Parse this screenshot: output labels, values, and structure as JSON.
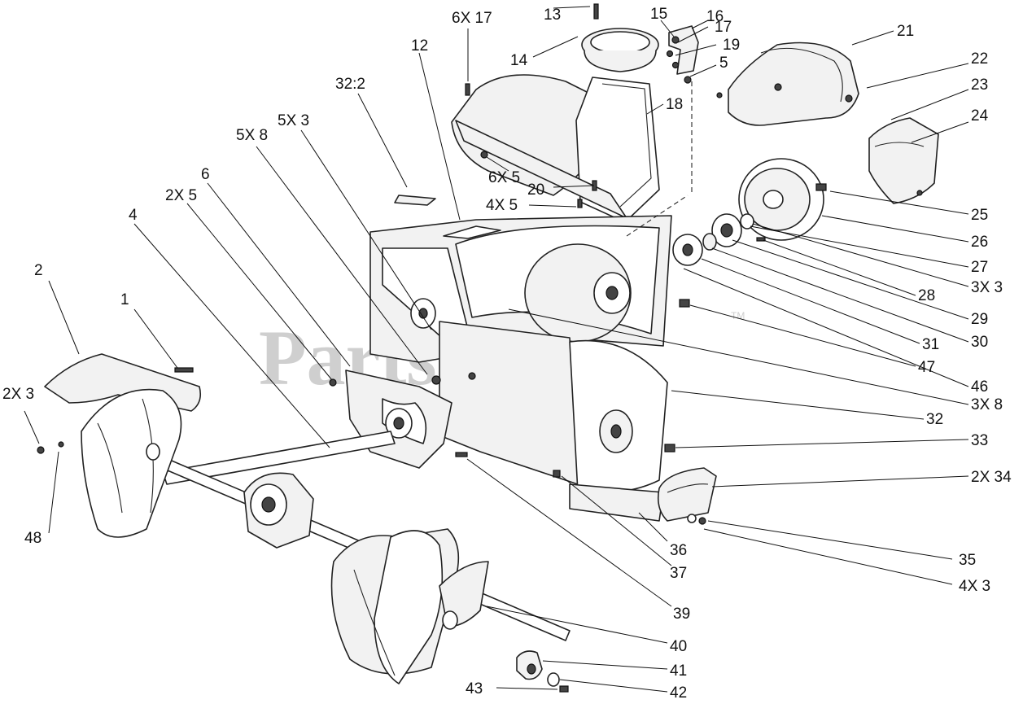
{
  "watermark": {
    "text": "PartsTree",
    "tm": "TM"
  },
  "callouts": [
    {
      "id": "c13",
      "label": "13"
    },
    {
      "id": "c6x17",
      "label": "6X 17"
    },
    {
      "id": "c15",
      "label": "15"
    },
    {
      "id": "c16",
      "label": "16"
    },
    {
      "id": "c17",
      "label": "17"
    },
    {
      "id": "c19",
      "label": "19"
    },
    {
      "id": "c5",
      "label": "5"
    },
    {
      "id": "c14",
      "label": "14"
    },
    {
      "id": "c12",
      "label": "12"
    },
    {
      "id": "c18",
      "label": "18"
    },
    {
      "id": "c21",
      "label": "21"
    },
    {
      "id": "c22",
      "label": "22"
    },
    {
      "id": "c23",
      "label": "23"
    },
    {
      "id": "c24",
      "label": "24"
    },
    {
      "id": "c32_2",
      "label": "32:2"
    },
    {
      "id": "c5x3",
      "label": "5X 3"
    },
    {
      "id": "c5x8",
      "label": "5X 8"
    },
    {
      "id": "c6",
      "label": "6"
    },
    {
      "id": "c2x5",
      "label": "2X 5"
    },
    {
      "id": "c4",
      "label": "4"
    },
    {
      "id": "c6x5",
      "label": "6X 5"
    },
    {
      "id": "c20",
      "label": "20"
    },
    {
      "id": "c4x5",
      "label": "4X 5"
    },
    {
      "id": "c25",
      "label": "25"
    },
    {
      "id": "c26",
      "label": "26"
    },
    {
      "id": "c27",
      "label": "27"
    },
    {
      "id": "c3x3",
      "label": "3X 3"
    },
    {
      "id": "c28",
      "label": "28"
    },
    {
      "id": "c29",
      "label": "29"
    },
    {
      "id": "c30",
      "label": "30"
    },
    {
      "id": "c31",
      "label": "31"
    },
    {
      "id": "c47",
      "label": "47"
    },
    {
      "id": "c46",
      "label": "46"
    },
    {
      "id": "c3x8",
      "label": "3X 8"
    },
    {
      "id": "c32",
      "label": "32"
    },
    {
      "id": "c33",
      "label": "33"
    },
    {
      "id": "c2x34",
      "label": "2X 34"
    },
    {
      "id": "c2",
      "label": "2"
    },
    {
      "id": "c1",
      "label": "1"
    },
    {
      "id": "c2x3",
      "label": "2X 3"
    },
    {
      "id": "c48",
      "label": "48"
    },
    {
      "id": "c36",
      "label": "36"
    },
    {
      "id": "c37",
      "label": "37"
    },
    {
      "id": "c35",
      "label": "35"
    },
    {
      "id": "c4x3",
      "label": "4X 3"
    },
    {
      "id": "c39",
      "label": "39"
    },
    {
      "id": "c40",
      "label": "40"
    },
    {
      "id": "c41",
      "label": "41"
    },
    {
      "id": "c42",
      "label": "42"
    },
    {
      "id": "c43",
      "label": "43"
    }
  ]
}
